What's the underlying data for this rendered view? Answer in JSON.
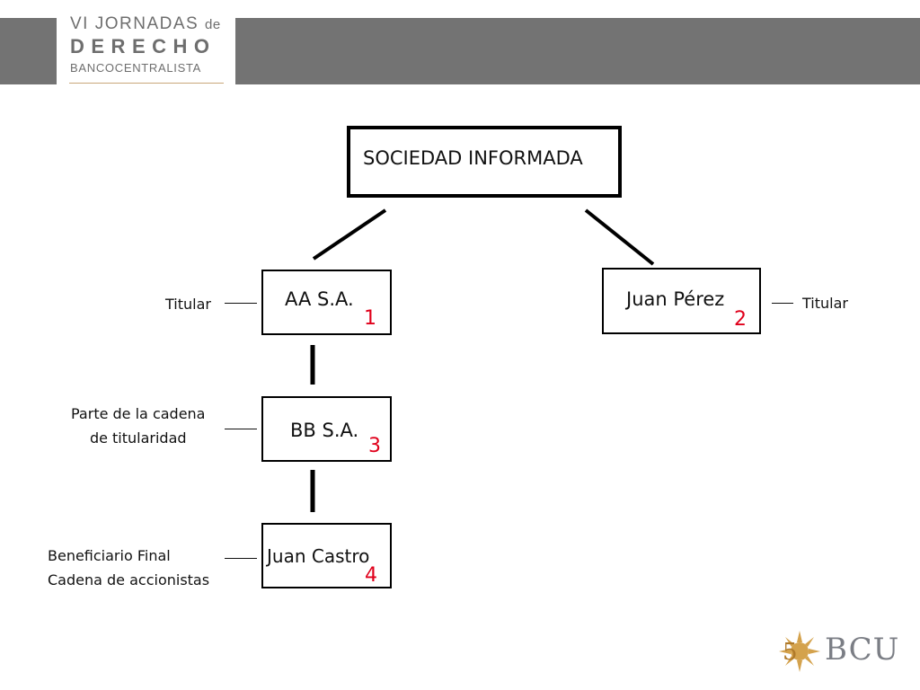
{
  "header": {
    "logo": {
      "line1": "VI JORNADAS",
      "line1_suffix": "de",
      "line2": "DERECHO",
      "line3": "BANCOCENTRALISTA"
    }
  },
  "diagram": {
    "root": {
      "label": "SOCIEDAD INFORMADA"
    },
    "nodes": [
      {
        "id": "aa",
        "label": "AA S.A.",
        "number": "1",
        "side_text": [
          "Titular"
        ]
      },
      {
        "id": "juan-perez",
        "label": "Juan Pérez",
        "number": "2",
        "side_text": [
          "Titular"
        ]
      },
      {
        "id": "bb",
        "label": "BB S.A.",
        "number": "3",
        "side_text": [
          "Parte de la cadena",
          "de titularidad"
        ]
      },
      {
        "id": "juan-castro",
        "label": "Juan Castro",
        "number": "4",
        "side_text": [
          "Beneficiario Final",
          "Cadena de accionistas"
        ]
      }
    ]
  },
  "footer": {
    "brand": "BCU",
    "emblem_digit": "5"
  },
  "colors": {
    "header_bar": "#737373",
    "number_red": "#e0001b",
    "logo_rule": "#c9a77a",
    "emblem_gold": "#d4a24c"
  }
}
